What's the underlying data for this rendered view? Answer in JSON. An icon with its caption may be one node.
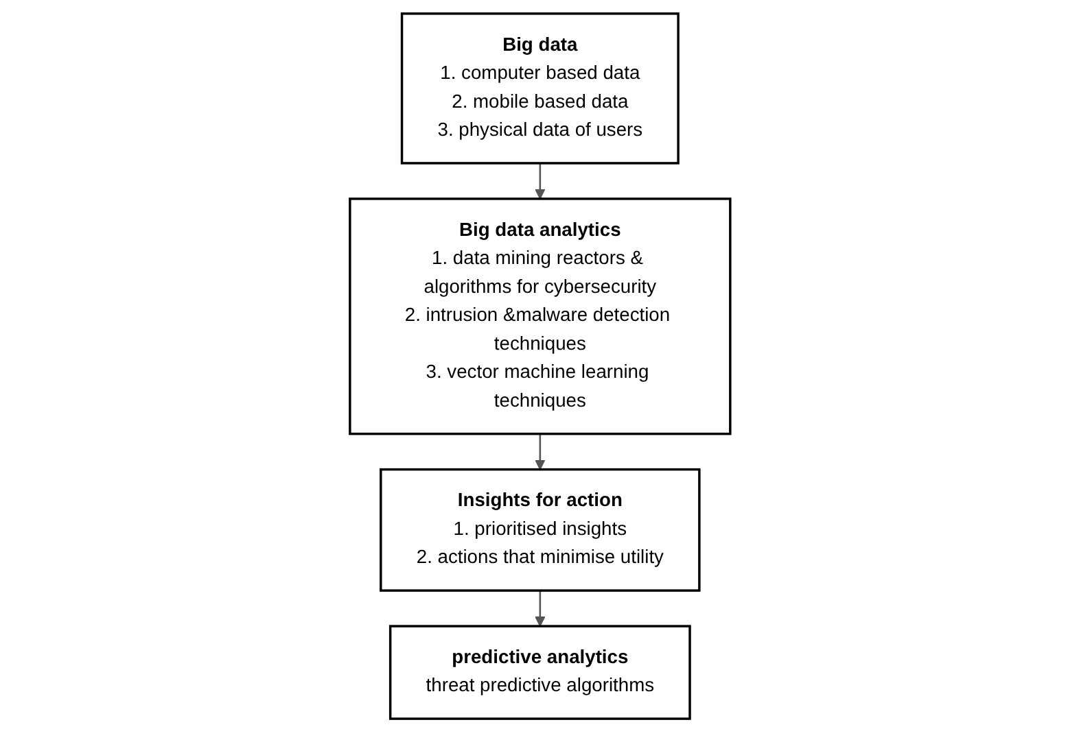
{
  "diagram": {
    "nodes": [
      {
        "text": [
          "Big data",
          "1. computer based data",
          "2. mobile based data",
          "3. physical data of users"
        ]
      },
      {
        "text": [
          "Big data analytics",
          "1. data mining reactors & algorithms for cybersecurity",
          "2. intrusion &malware detection techniques",
          "3. vector machine learning techniques"
        ]
      },
      {
        "text": [
          "Insights for action",
          "1. prioritised insights",
          "2. actions that minimise utility"
        ]
      },
      {
        "text": [
          "predictive analytics",
          "threat predictive algorithms"
        ]
      }
    ],
    "edges": [
      {
        "from": 0,
        "to": 1,
        "arrow": "to"
      },
      {
        "from": 1,
        "to": 2,
        "arrow": "to"
      },
      {
        "from": 2,
        "to": 3,
        "arrow": "to"
      }
    ]
  }
}
